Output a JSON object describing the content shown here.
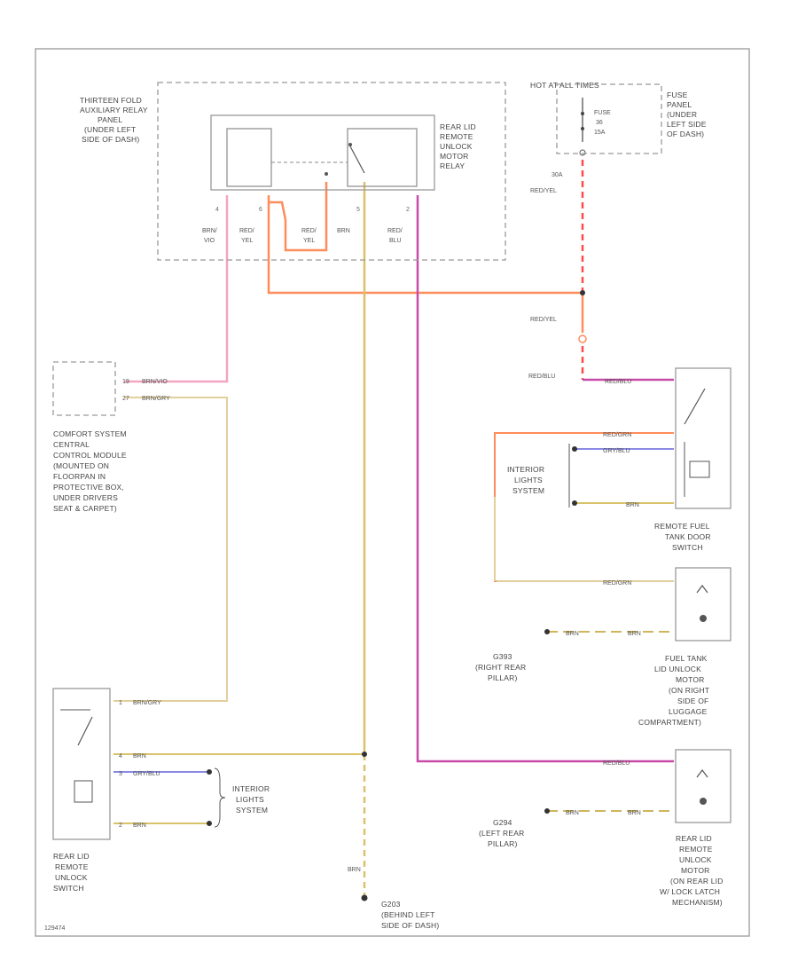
{
  "relay_panel": {
    "label": [
      "THIRTEEN FOLD",
      "AUXILIARY RELAY",
      "PANEL",
      "(UNDER LEFT",
      "SIDE OF DASH)"
    ],
    "relay_label": [
      "REAR LID",
      "REMOTE",
      "UNLOCK",
      "MOTOR",
      "RELAY"
    ],
    "pins": [
      "4",
      "6",
      "",
      "5",
      "2"
    ],
    "wire_labels": [
      [
        "BRN/",
        "VIO"
      ],
      [
        "RED/",
        "YEL"
      ],
      [
        "RED/",
        "YEL"
      ],
      [
        "BRN",
        ""
      ],
      [
        "RED/",
        "BLU"
      ]
    ]
  },
  "hot_at_all_times": "HOT AT ALL TIMES",
  "fuse": {
    "lines": [
      "FUSE",
      "36",
      "15A"
    ],
    "panel_label": [
      "FUSE",
      "PANEL",
      "(UNDER",
      "LEFT SIDE",
      "OF DASH)"
    ]
  },
  "fuse_wire": {
    "pin": "30A",
    "color": "RED/YEL"
  },
  "splice_wire": "RED/YEL",
  "red_blu_label": "RED/BLU",
  "comfort_module": {
    "label": [
      "COMFORT SYSTEM",
      "CENTRAL",
      "CONTROL MODULE",
      "(MOUNTED ON",
      "FLOORPAN IN",
      "PROTECTIVE BOX,",
      "UNDER DRIVERS",
      "SEAT & CARPET)"
    ],
    "wires": [
      {
        "pin": "19",
        "color": "BRN/VIO"
      },
      {
        "pin": "27",
        "color": "BRN/GRY"
      }
    ]
  },
  "fuel_door_switch": {
    "label": [
      "REMOTE FUEL",
      "TANK DOOR",
      "SWITCH"
    ],
    "wires": [
      "RED/BLU",
      "RED/GRN",
      "GRY/BLU",
      "BRN"
    ]
  },
  "interior_lights_right": [
    "INTERIOR",
    "LIGHTS",
    "SYSTEM"
  ],
  "fuel_motor": {
    "label": [
      "FUEL TANK",
      "LID UNLOCK",
      "MOTOR",
      "(ON RIGHT",
      "SIDE OF",
      "LUGGAGE",
      "COMPARTMENT)"
    ],
    "wires": [
      "RED/GRN",
      "BRN",
      "BRN"
    ]
  },
  "g393": [
    "G393",
    "(RIGHT REAR",
    "PILLAR)"
  ],
  "rear_lid_motor": {
    "label": [
      "REAR LID",
      "REMOTE",
      "UNLOCK",
      "MOTOR",
      "(ON REAR LID",
      "W/ LOCK LATCH",
      "MECHANISM)"
    ],
    "wires": [
      "RED/BLU",
      "BRN",
      "BRN"
    ]
  },
  "g294": [
    "G294",
    "(LEFT REAR",
    "PILLAR)"
  ],
  "rear_switch": {
    "label": [
      "REAR LID",
      "REMOTE",
      "UNLOCK",
      "SWITCH"
    ],
    "wires": [
      {
        "pin": "1",
        "color": "BRN/GRY"
      },
      {
        "pin": "4",
        "color": "BRN"
      },
      {
        "pin": "3",
        "color": "GRY/BLU"
      },
      {
        "pin": "2",
        "color": "BRN"
      }
    ]
  },
  "interior_lights_left": [
    "INTERIOR",
    "LIGHTS",
    "SYSTEM"
  ],
  "ground_bottom": {
    "wire": "BRN",
    "label": [
      "G203",
      "(BEHIND LEFT",
      "SIDE OF DASH)"
    ]
  },
  "corner_code": "129474",
  "colors": {
    "pink": "#f2a6c2",
    "orange": "#ff8c5a",
    "yellow": "#d9c36a",
    "magenta": "#c84aa8",
    "red": "#ff4a4a",
    "tan": "#e2cf9c",
    "blue": "#8a8ae6",
    "brown_dash": "#cfb65a"
  }
}
